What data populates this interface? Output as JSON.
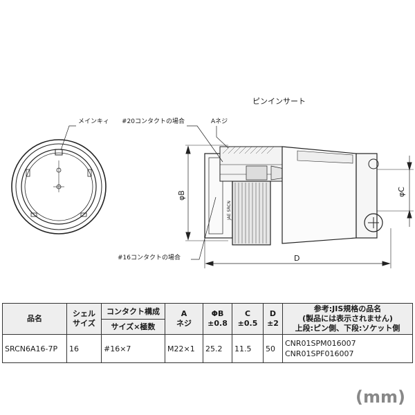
{
  "drawing": {
    "title": "ピンインサート",
    "labels": {
      "main_key": "メインキィ",
      "contact20": "#20コンタクトの場合",
      "thread_a": "Aネジ",
      "contact16": "#16コンタクトの場合",
      "dim_b": "φB",
      "dim_c": "φC",
      "dim_d": "D",
      "marking": "JAE SRCN"
    }
  },
  "table": {
    "headers": {
      "name": "品名",
      "shell_1": "シェル",
      "shell_2": "サイズ",
      "contact_top": "コンタクト構成",
      "contact_bottom": "サイズ×極数",
      "a_1": "A",
      "a_2": "ネジ",
      "b_1": "ΦB",
      "b_2": "±0.8",
      "c_1": "C",
      "c_2": "±0.5",
      "d_1": "D",
      "d_2": "±2",
      "ref_1": "参考:JIS規格の品名",
      "ref_2": "(製品には表示されません)",
      "ref_3": "上段:ピン側、下段:ソケット側"
    },
    "row": {
      "name": "SRCN6A16-7P",
      "shell": "16",
      "contact": "#16×7",
      "a": "M22×1",
      "b": "25.2",
      "c": "11.5",
      "d": "50",
      "ref_1": "CNR01SPM016007",
      "ref_2": "CNR01SPF016007"
    }
  },
  "unit": "(mm)"
}
